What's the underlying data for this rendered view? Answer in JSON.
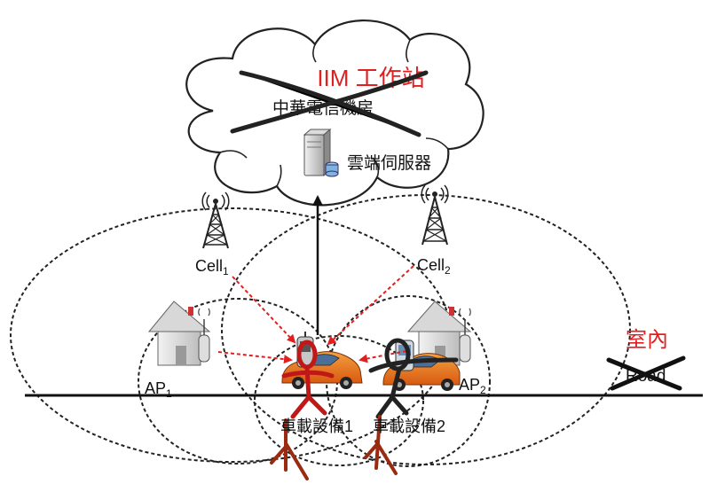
{
  "cloud": {
    "title_red": "IIM 工作站",
    "struck_label": "中華電信機房",
    "server_label": "雲端伺服器"
  },
  "cells": [
    {
      "name": "Cell",
      "sub": "1"
    },
    {
      "name": "Cell",
      "sub": "2"
    }
  ],
  "aps": [
    {
      "name": "AP",
      "sub": "1"
    },
    {
      "name": "AP",
      "sub": "2"
    }
  ],
  "vehicles": [
    {
      "label": "車載設備1"
    },
    {
      "label": "車載設備2"
    }
  ],
  "road": {
    "label_red": "室內",
    "struck_label": "Road"
  },
  "colors": {
    "red": "#e02020",
    "dark_red": "#a01a10",
    "black": "#111111"
  },
  "icons": [
    "cloud-icon",
    "server-icon",
    "cell-tower-icon",
    "house-ap-icon",
    "car-icon",
    "phone-icon"
  ]
}
